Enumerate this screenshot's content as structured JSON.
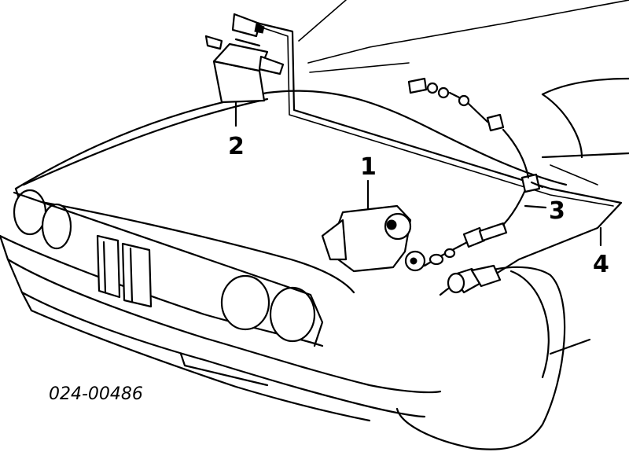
{
  "callouts": [
    {
      "id": "1",
      "label": "1"
    },
    {
      "id": "2",
      "label": "2"
    },
    {
      "id": "3",
      "label": "3"
    },
    {
      "id": "4",
      "label": "4"
    }
  ],
  "part_number": "024-00486"
}
